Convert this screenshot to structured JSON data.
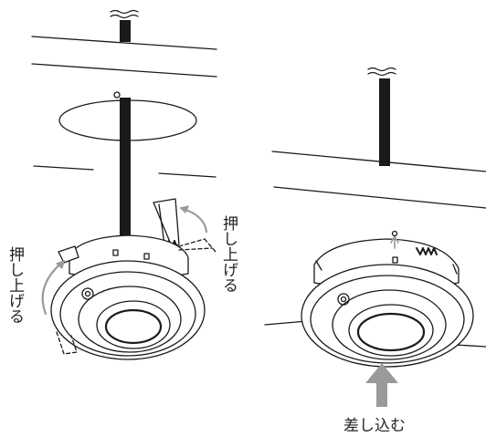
{
  "labels": {
    "push_up_right": "押し上げる",
    "push_up_left": "押し上げる",
    "insert": "差し込む"
  },
  "colors": {
    "line": "#1a1a1a",
    "arrow_gray": "#9a9a9a",
    "fill": "#ffffff"
  }
}
